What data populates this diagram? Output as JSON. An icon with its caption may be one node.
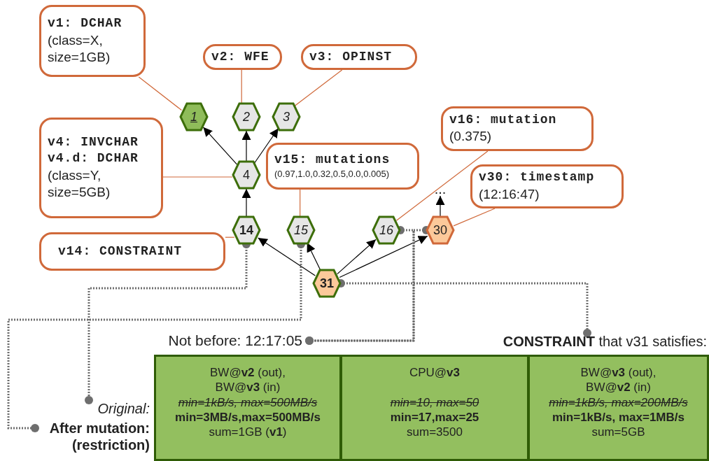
{
  "diagram": {
    "nodes": [
      {
        "text": [
          "v1: DCHAR",
          "(class=X, size=1GB)"
        ]
      },
      {
        "text": [
          "v2: WFE"
        ]
      },
      {
        "text": [
          "v3: OPINST"
        ]
      },
      {
        "text": [
          "1"
        ]
      },
      {
        "text": [
          "2"
        ]
      },
      {
        "text": [
          "3"
        ]
      },
      {
        "text": [
          "v4: INVCHAR",
          "v4.d: DCHAR",
          "(class=Y, size=5GB)"
        ]
      },
      {
        "text": [
          "4"
        ]
      },
      {
        "text": [
          "v15: mutations",
          "(0.97,1.0,0.32,0.5,0.0,0.005)"
        ]
      },
      {
        "text": [
          "v16: mutation",
          "(0.375)"
        ]
      },
      {
        "text": [
          "..."
        ]
      },
      {
        "text": [
          "v30: timestamp",
          "(12:16:47)"
        ]
      },
      {
        "text": [
          "14"
        ]
      },
      {
        "text": [
          "15"
        ]
      },
      {
        "text": [
          "16"
        ]
      },
      {
        "text": [
          "30"
        ]
      },
      {
        "text": [
          "v14: CONSTRAINT"
        ]
      },
      {
        "text": [
          "31"
        ]
      },
      {
        "text": [
          "Not before: 12:17:05"
        ]
      },
      {
        "text": [
          "**CONSTRAINT** that v31 satisfies:"
        ]
      },
      {
        "text": [
          "Original:"
        ]
      },
      {
        "text": [
          "After mutation: (restriction)"
        ]
      },
      {
        "text": [
          "BW@**v2** (out), BW@**v3** (in)",
          "min=1kB/s, max=500MB/s",
          "min=3MB/s,max=500MB/s",
          "sum=1GB (**v1**)"
        ]
      },
      {
        "text": [
          "CPU@**v3**",
          "min=10, max=50",
          "min=17,max=25",
          "sum=3500"
        ]
      },
      {
        "text": [
          "BW@**v3** (out), BW@**v2** (in)",
          "min=1kB/s, max=200MB/s",
          "min=1kB/s, max=1MB/s",
          "sum=5GB"
        ]
      }
    ],
    "edges": [
      {
        "from": 7,
        "to": 3,
        "arrow": "to"
      },
      {
        "from": 7,
        "to": 4,
        "arrow": "to"
      },
      {
        "from": 7,
        "to": 5,
        "arrow": "to"
      },
      {
        "from": 12,
        "to": 7,
        "arrow": "to"
      },
      {
        "from": 17,
        "to": 12,
        "arrow": "to"
      },
      {
        "from": 17,
        "to": 13,
        "arrow": "to"
      },
      {
        "from": 17,
        "to": 14,
        "arrow": "to"
      },
      {
        "from": 17,
        "to": 15,
        "arrow": "to"
      },
      {
        "from": 15,
        "to": 10,
        "arrow": "to"
      },
      {
        "from": 0,
        "to": 3,
        "arrow": "none",
        "color": "#d0693a"
      },
      {
        "from": 1,
        "to": 4,
        "arrow": "none",
        "color": "#d0693a"
      },
      {
        "from": 2,
        "to": 5,
        "arrow": "none",
        "color": "#d0693a"
      },
      {
        "from": 6,
        "to": 7,
        "arrow": "none",
        "color": "#d0693a"
      },
      {
        "from": 8,
        "to": 13,
        "arrow": "none",
        "color": "#d0693a"
      },
      {
        "from": 9,
        "to": 14,
        "arrow": "none",
        "color": "#d0693a"
      },
      {
        "from": 11,
        "to": 15,
        "arrow": "none",
        "color": "#d0693a"
      },
      {
        "from": 16,
        "to": 12,
        "arrow": "none",
        "color": "#d0693a"
      },
      {
        "from": 12,
        "to": 20,
        "arrow": "other",
        "style": "dashed",
        "color": "#6e6e6e"
      },
      {
        "from": 13,
        "to": 21,
        "arrow": "other",
        "style": "dashed",
        "color": "#6e6e6e"
      },
      {
        "from": 14,
        "to": 18,
        "arrow": "other",
        "style": "dashed",
        "color": "#6e6e6e"
      },
      {
        "from": 15,
        "to": 18,
        "arrow": "other",
        "style": "dashed",
        "color": "#6e6e6e"
      },
      {
        "from": 17,
        "to": 19,
        "arrow": "other",
        "style": "dashed",
        "color": "#6e6e6e"
      }
    ]
  }
}
